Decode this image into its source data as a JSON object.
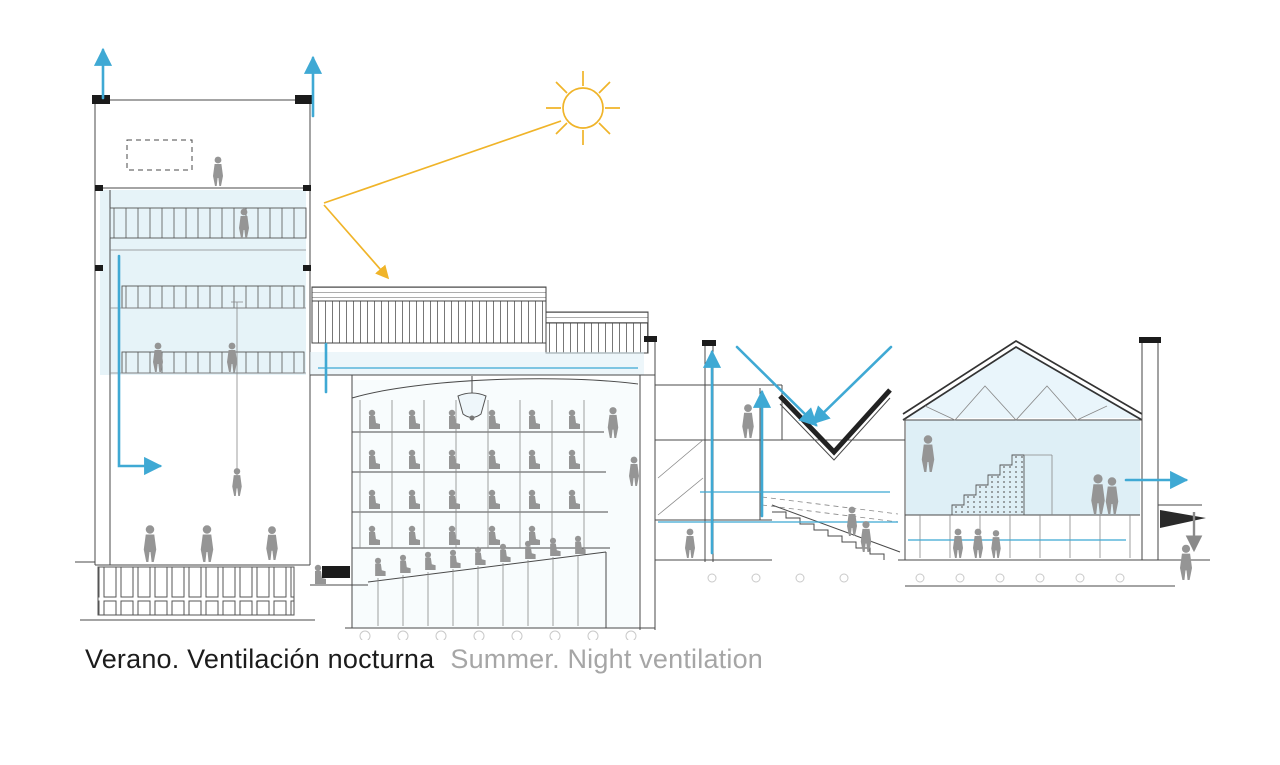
{
  "page": {
    "title": "Architectural section — night ventilation diagram",
    "background": "#ffffff"
  },
  "caption": {
    "spanish": "Verano. Ventilación nocturna",
    "english": "Summer. Night ventilation"
  },
  "colors": {
    "airflow_blue": "#3fa9d4",
    "tint_blue": "#deeff6",
    "sun_yellow": "#f0b429",
    "figure_gray": "#959595",
    "line_dark": "#4a4a4a",
    "caption_dark": "#1c1c1c",
    "caption_gray": "#a6a6a6"
  },
  "icons": {
    "sun": "sun-icon",
    "airflow_arrow": "airflow-arrow-icon",
    "person": "person-figure-icon"
  }
}
